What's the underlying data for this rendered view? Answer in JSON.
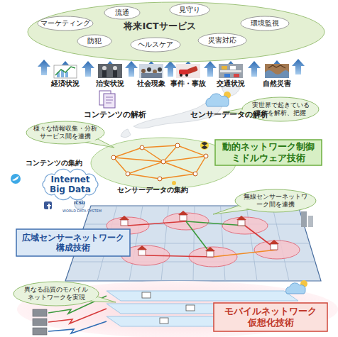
{
  "diagram": {
    "nodes": [
      {
        "text": [
          "将来ICTサービス"
        ]
      },
      {
        "text": [
          "マーケティング"
        ],
        "in": 0
      },
      {
        "text": [
          "流通"
        ],
        "in": 0
      },
      {
        "text": [
          "見守り"
        ],
        "in": 0
      },
      {
        "text": [
          "環境監視"
        ],
        "in": 0
      },
      {
        "text": [
          "防犯"
        ],
        "in": 0
      },
      {
        "text": [
          "ヘルスケア"
        ],
        "in": 0
      },
      {
        "text": [
          "災害対応"
        ],
        "in": 0
      },
      {
        "text": [
          "実世界で起きている事象を解析、把握"
        ]
      },
      {
        "text": [
          "様々な情報収集・分析サービス間を連携"
        ]
      },
      {
        "text": [
          "動的ネットワーク制御 ミドルウェア技術"
        ]
      },
      {
        "text": [
          "Internet Big Data"
        ]
      },
      {
        "text": [
          "無線センサーネットワーク間を連携"
        ]
      },
      {
        "text": [
          "広域センサーネットワーク 構成技術"
        ]
      },
      {
        "text": [
          "異なる品質のモバイルネットワークを実現"
        ]
      },
      {
        "text": [
          "モバイルネットワーク 仮想化技術"
        ]
      }
    ],
    "labels": [
      "経済状況",
      "治安状況",
      "社会現象",
      "事件・事故",
      "交通状況",
      "自然災害",
      "コンテンツの解析",
      "センサーデータの解析",
      "コンテンツの集約",
      "センサーデータの集約",
      "ICSU",
      "WORLD DATA SYSTEM"
    ]
  }
}
